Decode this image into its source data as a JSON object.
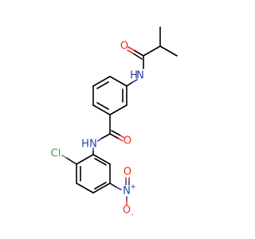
{
  "molecule": {
    "atoms": {
      "amide_top_o": {
        "label": "O",
        "color": "#e8332a"
      },
      "amide_top_nh": {
        "label": "H",
        "prefix": "N",
        "color": "#2c3e9e"
      },
      "amide_mid_o": {
        "label": "O",
        "color": "#e8332a"
      },
      "amide_mid_nh": {
        "label": "H",
        "prefix": "N",
        "color": "#2c3e9e"
      },
      "chlorine": {
        "label": "Cl",
        "color": "#3aa637"
      },
      "nitro_n": {
        "label": "N",
        "charge": "+",
        "color": "#2c3e9e"
      },
      "nitro_o_double": {
        "label": "O",
        "color": "#e8332a"
      },
      "nitro_o_single": {
        "label": "O",
        "charge": "-",
        "color": "#e8332a"
      }
    }
  }
}
